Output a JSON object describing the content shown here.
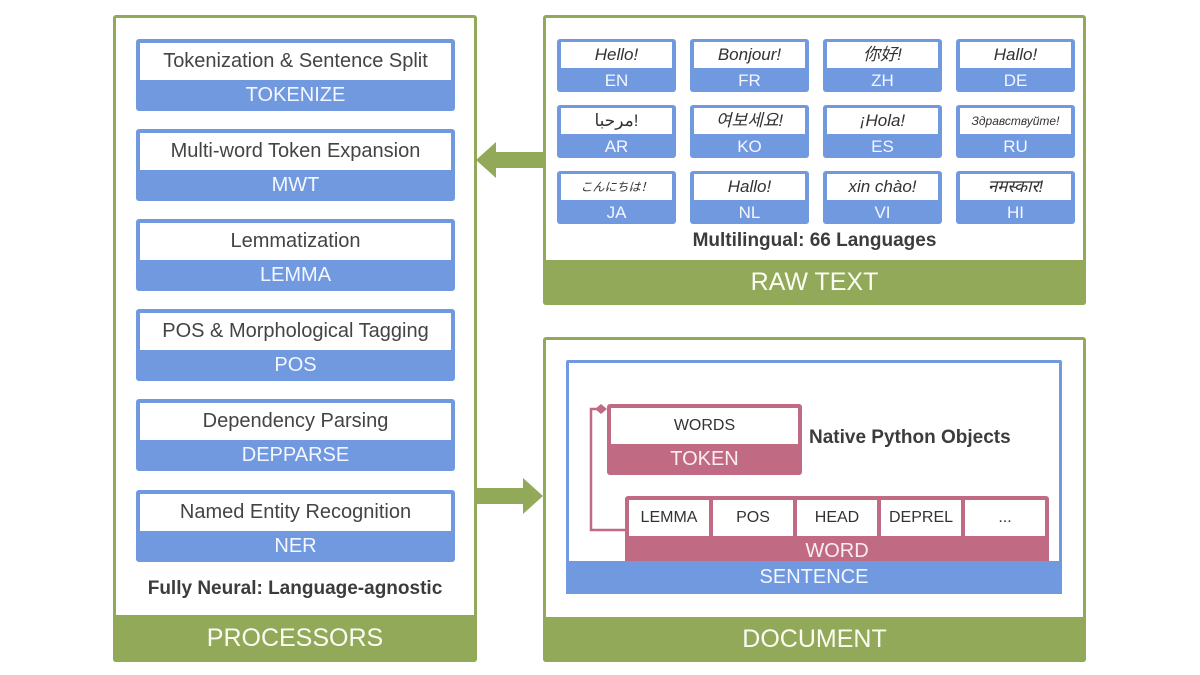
{
  "colors": {
    "panel_green": "#93a95a",
    "module_blue": "#7099e0",
    "object_pink": "#c06a84"
  },
  "processors": {
    "title": "PROCESSORS",
    "caption": "Fully Neural: Language-agnostic",
    "items": [
      {
        "description": "Tokenization & Sentence Split",
        "code": "TOKENIZE"
      },
      {
        "description": "Multi-word Token Expansion",
        "code": "MWT"
      },
      {
        "description": "Lemmatization",
        "code": "LEMMA"
      },
      {
        "description": "POS & Morphological Tagging",
        "code": "POS"
      },
      {
        "description": "Dependency Parsing",
        "code": "DEPPARSE"
      },
      {
        "description": "Named Entity Recognition",
        "code": "NER"
      }
    ]
  },
  "raw_text": {
    "title": "RAW TEXT",
    "caption": "Multilingual: 66 Languages",
    "languages": [
      {
        "greeting": "Hello!",
        "code": "EN"
      },
      {
        "greeting": "Bonjour!",
        "code": "FR"
      },
      {
        "greeting": "你好!",
        "code": "ZH"
      },
      {
        "greeting": "Hallo!",
        "code": "DE"
      },
      {
        "greeting": "مرحبا!",
        "code": "AR"
      },
      {
        "greeting": "여보세요!",
        "code": "KO"
      },
      {
        "greeting": "¡Hola!",
        "code": "ES"
      },
      {
        "greeting": "Здравствуйте!",
        "code": "RU"
      },
      {
        "greeting": "こんにちは！",
        "code": "JA"
      },
      {
        "greeting": "Hallo!",
        "code": "NL"
      },
      {
        "greeting": "xin chào!",
        "code": "VI"
      },
      {
        "greeting": "नमस्कार!",
        "code": "HI"
      }
    ]
  },
  "document": {
    "title": "DOCUMENT",
    "caption": "Native Python Objects",
    "sentence_label": "SENTENCE",
    "token": {
      "field": "WORDS",
      "label": "TOKEN"
    },
    "word": {
      "fields": [
        "LEMMA",
        "POS",
        "HEAD",
        "DEPREL",
        "..."
      ],
      "label": "WORD"
    }
  },
  "arrows": {
    "raw_to_processors": "left-arrow",
    "processors_to_document": "right-arrow"
  }
}
